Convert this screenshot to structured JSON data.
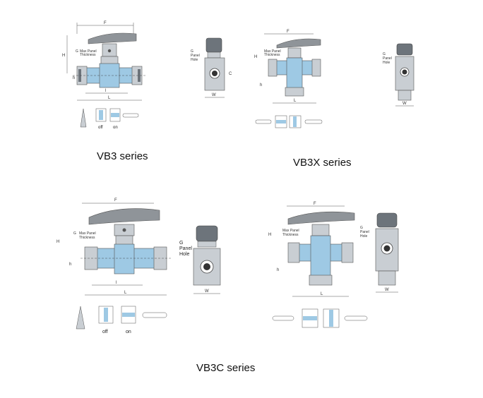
{
  "captions": {
    "vb3": "VB3 series",
    "vb3x": "VB3X series",
    "vb3c": "VB3C series"
  },
  "labels": {
    "max_panel_thickness_1": "Max Panel",
    "max_panel_thickness_2": "Thickness",
    "panel_hole_1": "Panel",
    "panel_hole_2": "Hole",
    "g": "G",
    "f": "F",
    "h": "H",
    "h1": "h1",
    "h2": "h",
    "l": "L",
    "l_small": "l",
    "w": "W",
    "c": "C",
    "off": "off",
    "on": "on"
  },
  "colors": {
    "body_blue": "#9ec9e4",
    "metal": "#c9ced3",
    "dark_metal": "#6d747b",
    "handle": "#8f9499",
    "line": "#555a60"
  }
}
